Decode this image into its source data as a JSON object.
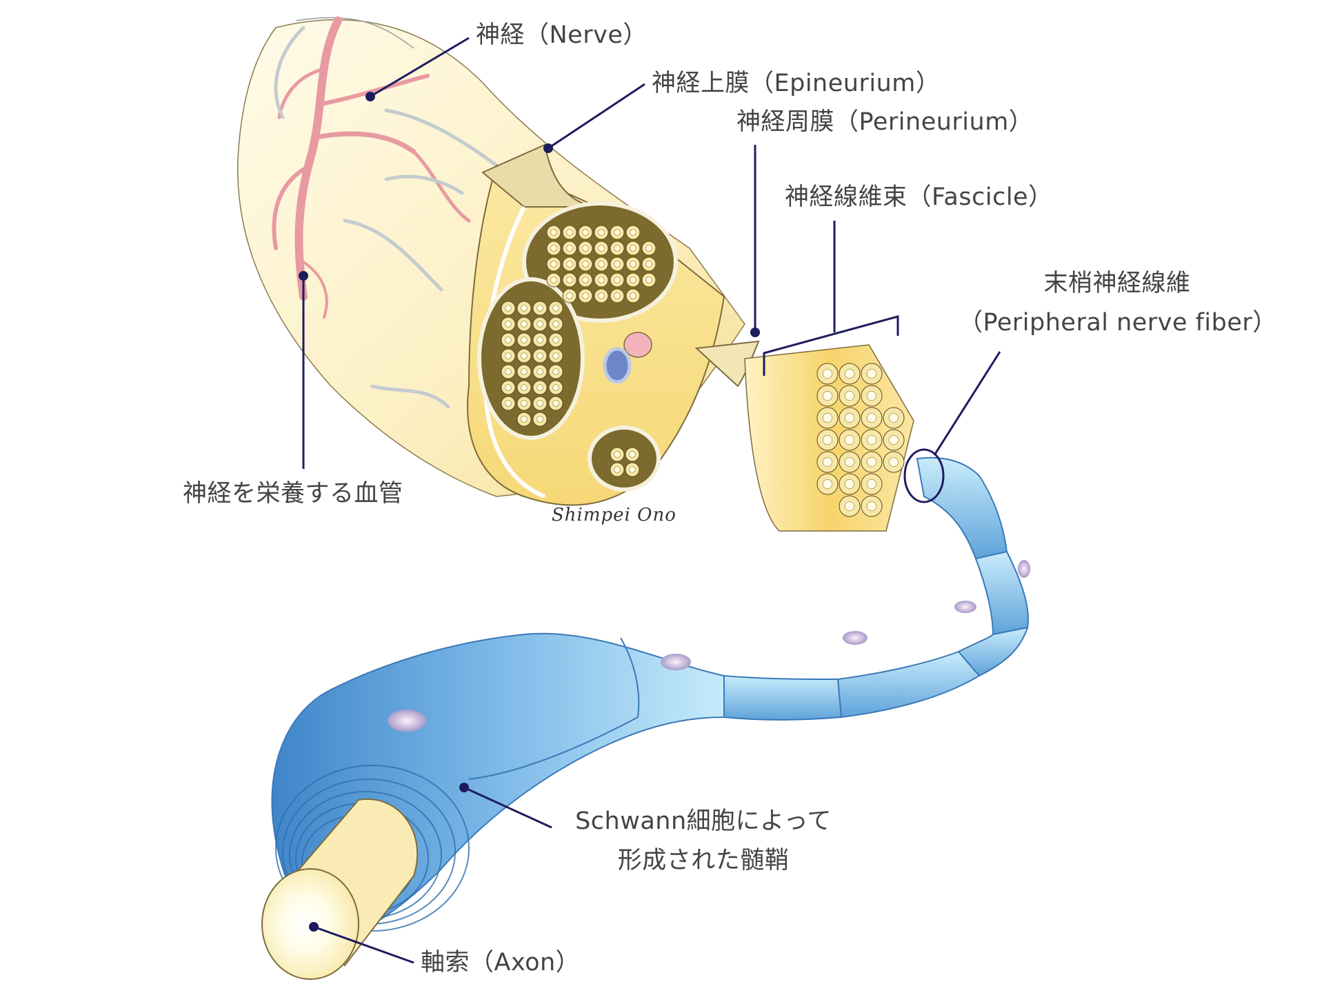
{
  "diagram": {
    "labels": {
      "nerve": "神経（Nerve）",
      "epineurium": "神経上膜（Epineurium）",
      "perineurium": "神経周膜（Perineurium）",
      "fascicle": "神経線維束（Fascicle）",
      "peripheral_fiber_line1": "末梢神経線維",
      "peripheral_fiber_line2": "（Peripheral nerve fiber）",
      "blood_vessel": "神経を栄養する血管",
      "myelin_line1": "Schwann細胞によって",
      "myelin_line2": "形成された髄鞘",
      "axon": "軸索（Axon）"
    },
    "signature": "Shimpei Ono"
  },
  "colors": {
    "nerve_yellow": "#fbeec0",
    "fascicle_dark": "#8a7a3a",
    "myelin_blue": "#7cb8e6",
    "vessel_red": "#e38a92",
    "leader_navy": "#1d1b5e"
  }
}
